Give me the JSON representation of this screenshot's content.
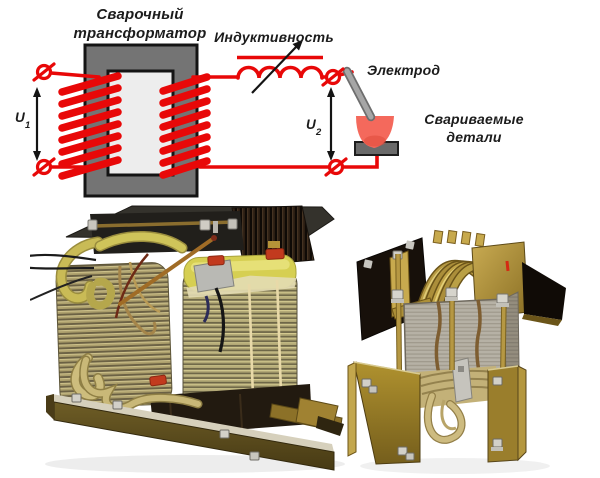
{
  "schematic": {
    "title": "Сварочный трансформатор",
    "inductance_label": "Индуктивность",
    "electrode_label": "Электрод",
    "workpieces_label": "Свариваемые детали",
    "primary_voltage": {
      "base": "U",
      "sub": "1"
    },
    "secondary_voltage": {
      "base": "U",
      "sub": "2"
    },
    "colors": {
      "wire_red": "#e80808",
      "core_gray": "#747474",
      "core_window": "#ededed",
      "outline_black": "#141414",
      "electrode_rod": "#9a9a9a",
      "weld_pool": "#f4695c",
      "workpiece_plate": "#6a6a6a",
      "text": "#1c1c1c"
    }
  },
  "photos": {
    "left_alt": "Сварочный трансформатор с двумя обмотками",
    "right_alt": "Дроссель (индуктивность) с латунными шинами",
    "palette": {
      "coil_tan": "#ac9f6c",
      "insulation_yellow": "#d6cf52",
      "brass": "#b2944a",
      "lamination_dark": "#2a1d12",
      "core_gray": "#b6b1a5",
      "spacer_orange": "#c23a1e",
      "bolt_silver": "#d2d0c8"
    }
  }
}
